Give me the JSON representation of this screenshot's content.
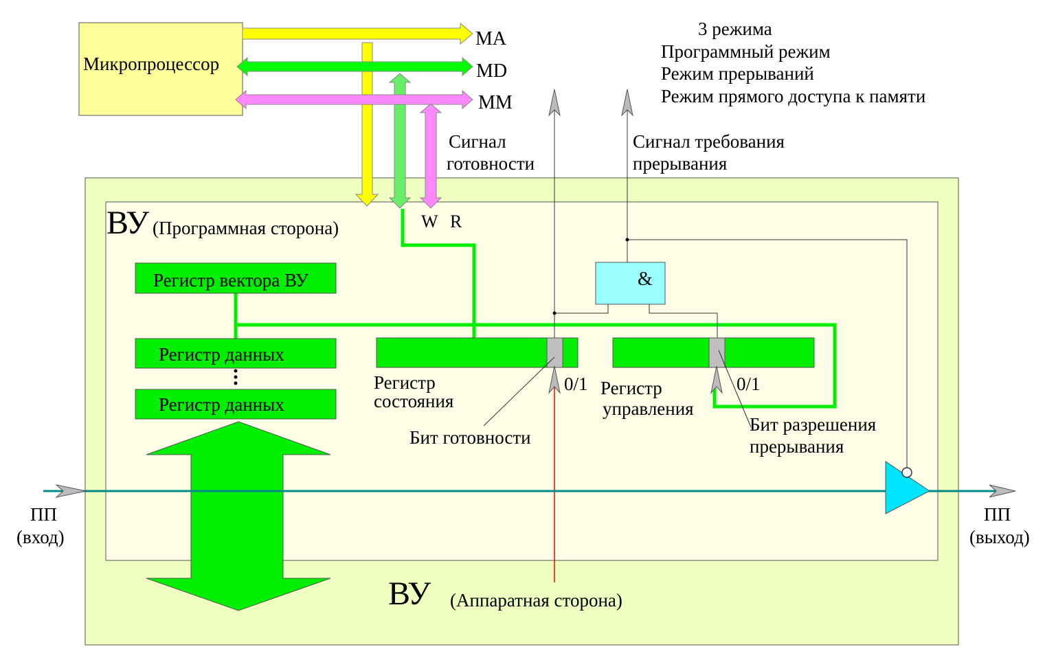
{
  "processor": {
    "label": "Микропроцессор"
  },
  "buses": {
    "ma": "MA",
    "md": "MD",
    "mm": "MM"
  },
  "modes": {
    "heading": "3 режима",
    "items": [
      "Программный режим",
      "Режим прерываний",
      "Режим прямого доступа к памяти"
    ]
  },
  "signals": {
    "ready": [
      "Сигнал",
      "готовности"
    ],
    "interrupt_request": [
      "Сигнал требования",
      "прерывания"
    ],
    "w": "W",
    "r": "R"
  },
  "device": {
    "software_side_big": "ВУ",
    "software_side_small": "(Программная сторона)",
    "hardware_side_big": "ВУ",
    "hardware_side_small": "(Аппаратная сторона)"
  },
  "registers": {
    "vector": "Регистр вектора ВУ",
    "data_1": "Регистр данных",
    "data_2": "Регистр данных",
    "status": [
      "Регистр",
      "состояния"
    ],
    "control": [
      "Регистр",
      "управления"
    ]
  },
  "and_gate": "&",
  "bits": {
    "status_value": "0/1",
    "control_value": "0/1",
    "ready_bit": "Бит готовности",
    "interrupt_enable_bit": [
      "Бит разрешения",
      "прерывания"
    ]
  },
  "io": {
    "input": [
      "ПП",
      "(вход)"
    ],
    "output": [
      "ПП",
      "(выход)"
    ]
  },
  "colors": {
    "outer_box": "#eeffbf",
    "inner_box": "#fffee6",
    "processor": "#ffff99",
    "register": "#00ee00",
    "bit_cell": "#bfbfbf",
    "and_gate": "#99ffff",
    "bus_ma": "#ffff00",
    "bus_md": "#00ff00",
    "bus_md_branch": "#66ee66",
    "bus_mm": "#ff88ff",
    "io_line": "#008b8b",
    "buffer": "#00e5ff",
    "red_line": "#ff0000"
  }
}
